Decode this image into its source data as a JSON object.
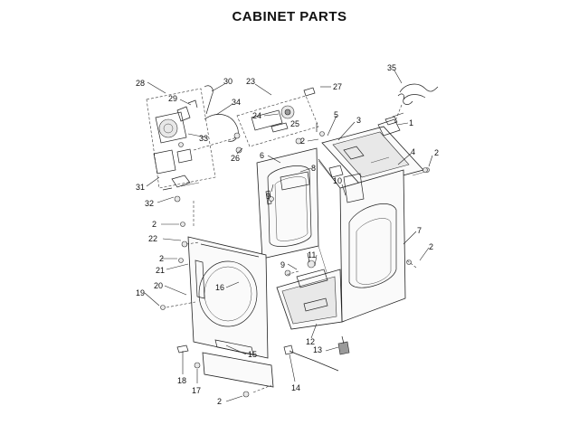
{
  "title": "CABINET PARTS",
  "callouts": [
    {
      "id": "c28",
      "label": "28"
    },
    {
      "id": "c29",
      "label": "29"
    },
    {
      "id": "c30",
      "label": "30"
    },
    {
      "id": "c34",
      "label": "34"
    },
    {
      "id": "c23",
      "label": "23"
    },
    {
      "id": "c27",
      "label": "27"
    },
    {
      "id": "c24",
      "label": "24"
    },
    {
      "id": "c25",
      "label": "25"
    },
    {
      "id": "c35",
      "label": "35"
    },
    {
      "id": "c1",
      "label": "1"
    },
    {
      "id": "c3",
      "label": "3"
    },
    {
      "id": "c5",
      "label": "5"
    },
    {
      "id": "c2a",
      "label": "2"
    },
    {
      "id": "c33",
      "label": "33"
    },
    {
      "id": "c26",
      "label": "26"
    },
    {
      "id": "c4",
      "label": "4"
    },
    {
      "id": "c2b",
      "label": "2"
    },
    {
      "id": "c6",
      "label": "6"
    },
    {
      "id": "c8",
      "label": "8"
    },
    {
      "id": "c31",
      "label": "31"
    },
    {
      "id": "c9a",
      "label": "9"
    },
    {
      "id": "c32",
      "label": "32"
    },
    {
      "id": "c10",
      "label": "10"
    },
    {
      "id": "c2c",
      "label": "2"
    },
    {
      "id": "c22",
      "label": "22"
    },
    {
      "id": "c7",
      "label": "7"
    },
    {
      "id": "c2d",
      "label": "2"
    },
    {
      "id": "c2e",
      "label": "2"
    },
    {
      "id": "c21",
      "label": "21"
    },
    {
      "id": "c9b",
      "label": "9"
    },
    {
      "id": "c11",
      "label": "11"
    },
    {
      "id": "c20",
      "label": "20"
    },
    {
      "id": "c16",
      "label": "16"
    },
    {
      "id": "c19",
      "label": "19"
    },
    {
      "id": "c12",
      "label": "12"
    },
    {
      "id": "c13",
      "label": "13"
    },
    {
      "id": "c15",
      "label": "15"
    },
    {
      "id": "c18",
      "label": "18"
    },
    {
      "id": "c14",
      "label": "14"
    },
    {
      "id": "c17",
      "label": "17"
    },
    {
      "id": "c2f",
      "label": "2"
    }
  ]
}
